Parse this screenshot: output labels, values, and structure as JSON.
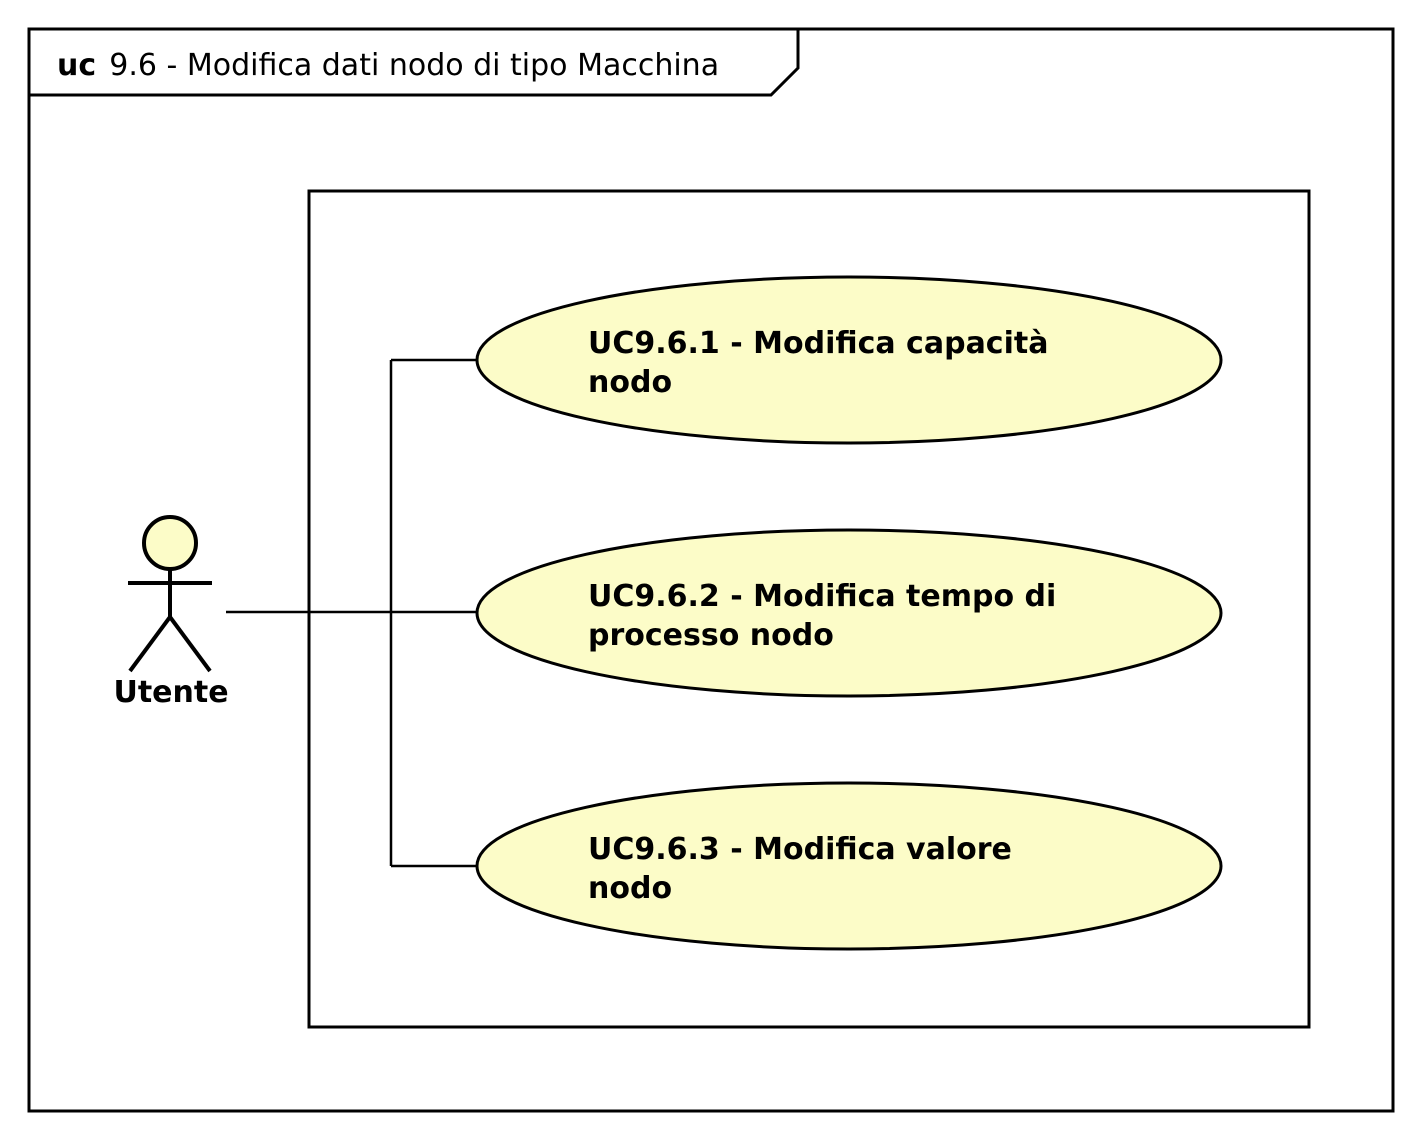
{
  "frame": {
    "keyword": "uc",
    "title": "9.6 - Modifica dati nodo di tipo Macchina"
  },
  "actor": {
    "name": "Utente"
  },
  "use_cases": [
    {
      "line1": "UC9.6.1 - Modifica capacità",
      "line2": "nodo"
    },
    {
      "line1": "UC9.6.2 - Modifica tempo di",
      "line2": "processo nodo"
    },
    {
      "line1": "UC9.6.3 - Modifica valore",
      "line2": "nodo"
    }
  ],
  "colors": {
    "use_case_fill": "#fcfcc8",
    "actor_head_fill": "#fcfcc8",
    "stroke": "#000000",
    "background": "#ffffff"
  }
}
